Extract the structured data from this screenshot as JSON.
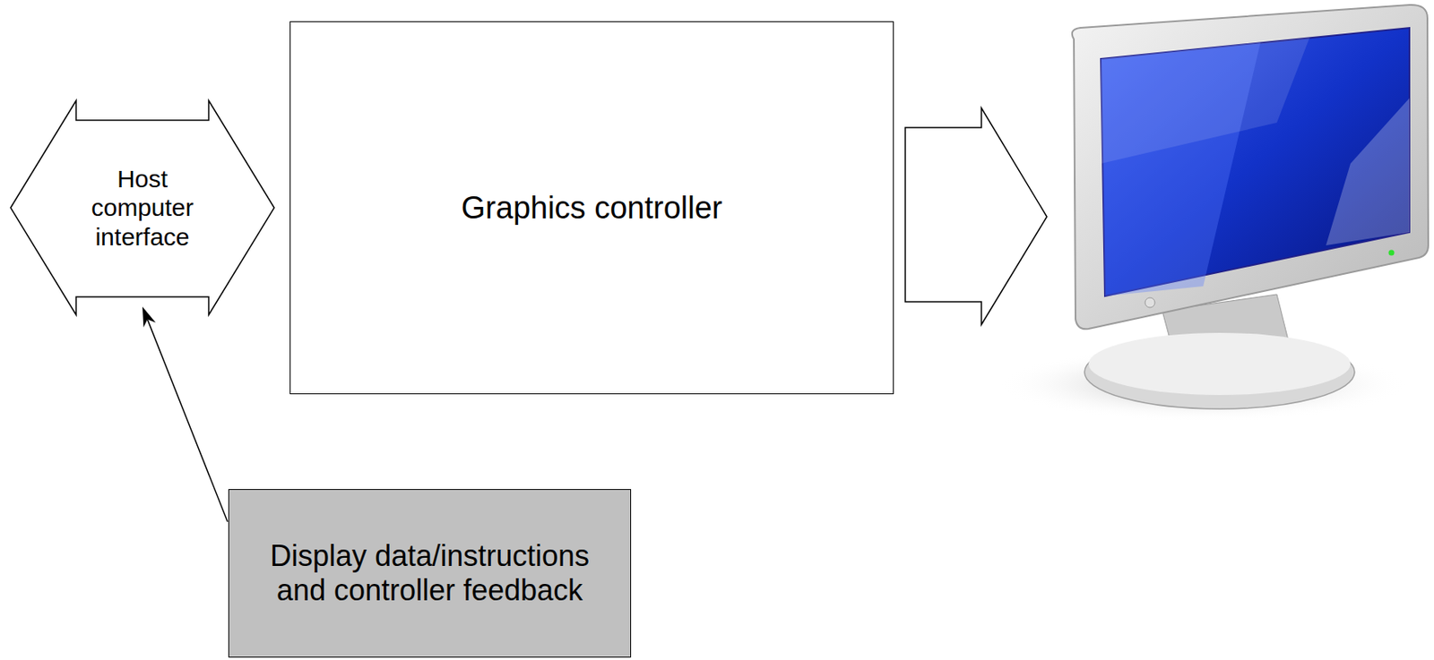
{
  "diagram": {
    "nodes": [
      {
        "text": [
          "Host computer interface"
        ]
      },
      {
        "text": [
          "Graphics controller"
        ]
      },
      {
        "text": [
          "Display data/instructions and controller feedback"
        ]
      }
    ],
    "edges": [
      {
        "from": 2,
        "to": 0,
        "arrow": "to"
      }
    ]
  }
}
